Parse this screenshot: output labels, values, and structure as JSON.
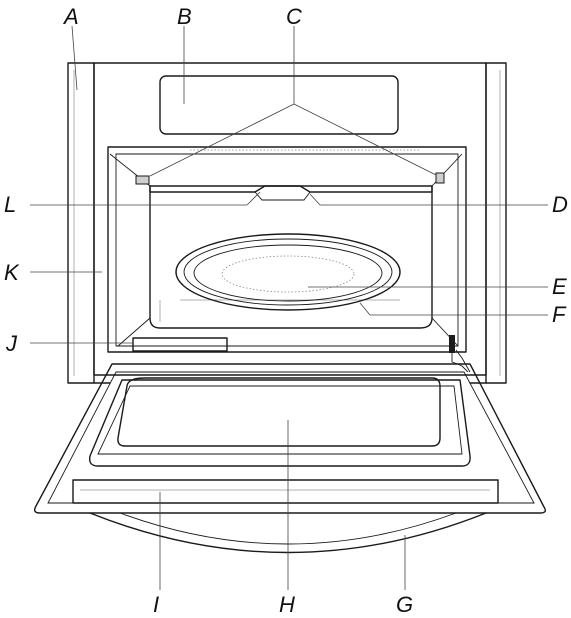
{
  "labels": {
    "a": "A",
    "b": "B",
    "c": "C",
    "d": "D",
    "e": "E",
    "f": "F",
    "g": "G",
    "h": "H",
    "i": "I",
    "j": "J",
    "k": "K",
    "l": "L"
  }
}
